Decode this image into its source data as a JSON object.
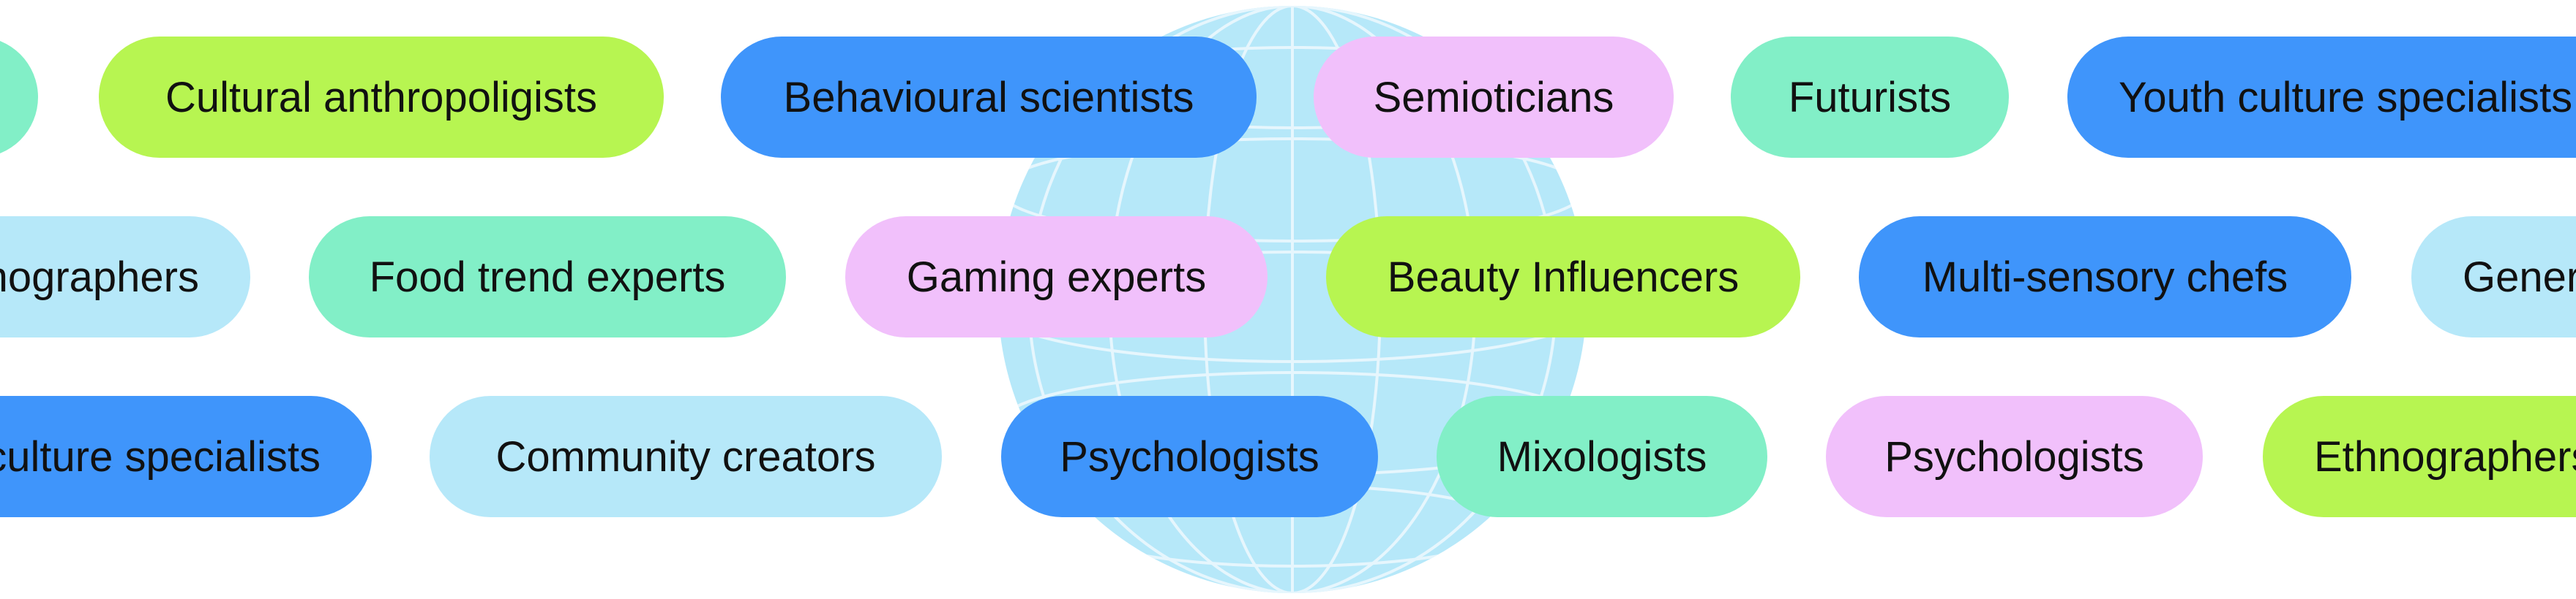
{
  "colors": {
    "lime": "#b7f551",
    "blue": "#3f95fb",
    "pink": "#f1c0fb",
    "mint": "#82efc7",
    "sky": "#b6e8f9",
    "globe_fill": "#b6e8f9",
    "globe_lines": "#e6f6fd",
    "text": "#111111"
  },
  "icons": {
    "background": "globe-icon"
  },
  "rows": [
    {
      "pills": [
        {
          "label": "",
          "color": "mint"
        },
        {
          "label": "Cultural anthropoligists",
          "color": "lime"
        },
        {
          "label": "Behavioural scientists",
          "color": "blue"
        },
        {
          "label": "Semioticians",
          "color": "pink"
        },
        {
          "label": "Futurists",
          "color": "mint"
        },
        {
          "label": "Youth culture specialists",
          "color": "blue"
        }
      ]
    },
    {
      "pills": [
        {
          "label": "Ethnographers",
          "color": "sky"
        },
        {
          "label": "Food trend experts",
          "color": "mint"
        },
        {
          "label": "Gaming experts",
          "color": "pink"
        },
        {
          "label": "Beauty Influencers",
          "color": "lime"
        },
        {
          "label": "Multi-sensory chefs",
          "color": "blue"
        },
        {
          "label": "Generation Z",
          "color": "sky"
        }
      ]
    },
    {
      "pills": [
        {
          "label": "Youth culture specialists",
          "color": "blue"
        },
        {
          "label": "Community creators",
          "color": "sky"
        },
        {
          "label": "Psychologists",
          "color": "blue"
        },
        {
          "label": "Mixologists",
          "color": "mint"
        },
        {
          "label": "Psychologists",
          "color": "pink"
        },
        {
          "label": "Ethnographers",
          "color": "lime"
        }
      ]
    }
  ]
}
